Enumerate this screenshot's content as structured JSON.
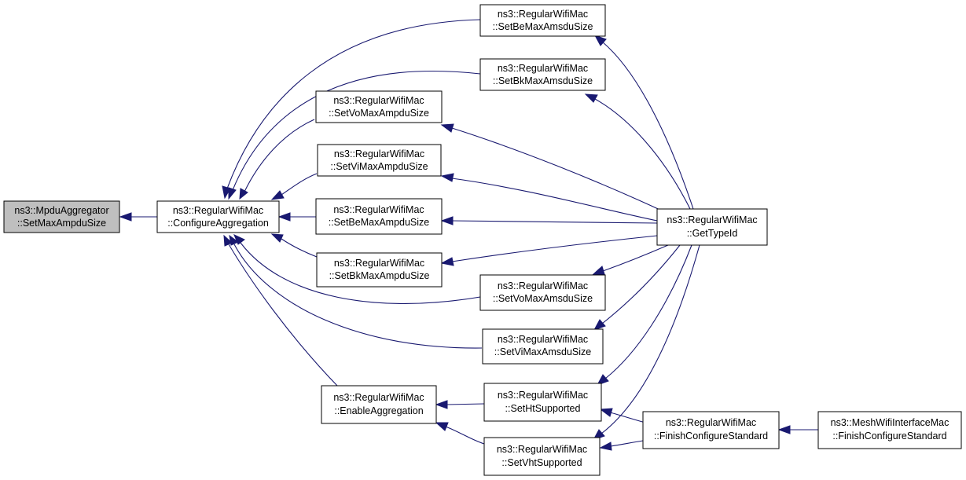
{
  "graph": {
    "nodes": [
      {
        "id": "n0",
        "line1": "ns3::MpduAggregator",
        "line2": "::SetMaxAmpduSize",
        "highlight": true
      },
      {
        "id": "n1",
        "line1": "ns3::RegularWifiMac",
        "line2": "::ConfigureAggregation"
      },
      {
        "id": "n2",
        "line1": "ns3::RegularWifiMac",
        "line2": "::SetBeMaxAmsduSize"
      },
      {
        "id": "n3",
        "line1": "ns3::RegularWifiMac",
        "line2": "::SetBkMaxAmsduSize"
      },
      {
        "id": "n4",
        "line1": "ns3::RegularWifiMac",
        "line2": "::SetVoMaxAmpduSize"
      },
      {
        "id": "n5",
        "line1": "ns3::RegularWifiMac",
        "line2": "::SetViMaxAmpduSize"
      },
      {
        "id": "n6",
        "line1": "ns3::RegularWifiMac",
        "line2": "::SetBeMaxAmpduSize"
      },
      {
        "id": "n7",
        "line1": "ns3::RegularWifiMac",
        "line2": "::SetBkMaxAmpduSize"
      },
      {
        "id": "n8",
        "line1": "ns3::RegularWifiMac",
        "line2": "::SetVoMaxAmsduSize"
      },
      {
        "id": "n9",
        "line1": "ns3::RegularWifiMac",
        "line2": "::SetViMaxAmsduSize"
      },
      {
        "id": "n10",
        "line1": "ns3::RegularWifiMac",
        "line2": "::EnableAggregation"
      },
      {
        "id": "n11",
        "line1": "ns3::RegularWifiMac",
        "line2": "::SetHtSupported"
      },
      {
        "id": "n12",
        "line1": "ns3::RegularWifiMac",
        "line2": "::SetVhtSupported"
      },
      {
        "id": "n13",
        "line1": "ns3::RegularWifiMac",
        "line2": "::GetTypeId"
      },
      {
        "id": "n14",
        "line1": "ns3::RegularWifiMac",
        "line2": "::FinishConfigureStandard"
      },
      {
        "id": "n15",
        "line1": "ns3::MeshWifiInterfaceMac",
        "line2": "::FinishConfigureStandard"
      }
    ],
    "edges": [
      {
        "from": "n1",
        "to": "n0"
      },
      {
        "from": "n2",
        "to": "n1"
      },
      {
        "from": "n3",
        "to": "n1"
      },
      {
        "from": "n4",
        "to": "n1"
      },
      {
        "from": "n5",
        "to": "n1"
      },
      {
        "from": "n6",
        "to": "n1"
      },
      {
        "from": "n7",
        "to": "n1"
      },
      {
        "from": "n8",
        "to": "n1"
      },
      {
        "from": "n9",
        "to": "n1"
      },
      {
        "from": "n10",
        "to": "n1"
      },
      {
        "from": "n11",
        "to": "n10"
      },
      {
        "from": "n12",
        "to": "n10"
      },
      {
        "from": "n13",
        "to": "n2"
      },
      {
        "from": "n13",
        "to": "n3"
      },
      {
        "from": "n13",
        "to": "n4"
      },
      {
        "from": "n13",
        "to": "n5"
      },
      {
        "from": "n13",
        "to": "n6"
      },
      {
        "from": "n13",
        "to": "n7"
      },
      {
        "from": "n13",
        "to": "n8"
      },
      {
        "from": "n13",
        "to": "n9"
      },
      {
        "from": "n13",
        "to": "n11"
      },
      {
        "from": "n13",
        "to": "n12"
      },
      {
        "from": "n14",
        "to": "n11"
      },
      {
        "from": "n14",
        "to": "n12"
      },
      {
        "from": "n15",
        "to": "n14"
      }
    ],
    "colors": {
      "edge": "#191970",
      "node_border": "#000000",
      "node_fill": "#ffffff",
      "highlight_fill": "#bfbfbf"
    }
  }
}
